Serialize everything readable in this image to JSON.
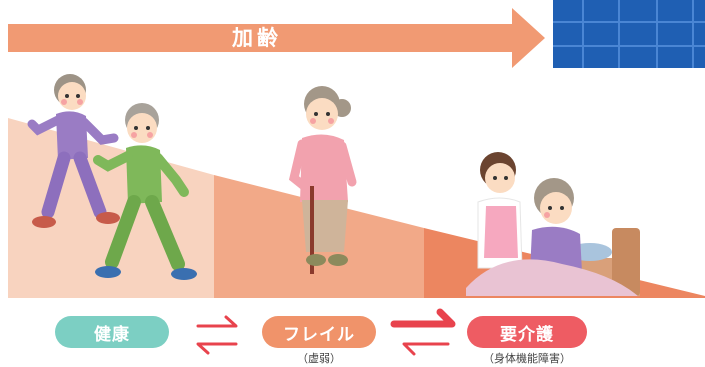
{
  "top_arrow": {
    "label": "加齢"
  },
  "stages": [
    {
      "label": "健康",
      "sublabel": "",
      "color": "#7ccfc3"
    },
    {
      "label": "フレイル",
      "sublabel": "（虚弱）",
      "color": "#f0936a"
    },
    {
      "label": "要介護",
      "sublabel": "（身体機能障害）",
      "color": "#ee5c63"
    }
  ],
  "colors": {
    "age_arrow": "#f19a73",
    "building_blue": "#1f5fb3",
    "slope_light": "#f8d3bf",
    "slope_mid": "#f2a988",
    "slope_dark": "#ec8660",
    "transition_arrow": "#e8434d"
  },
  "icons": [
    "walking-elderly-woman-icon",
    "walking-elderly-man-icon",
    "elderly-woman-with-cane-icon",
    "caregiver-with-bedridden-elder-icon"
  ]
}
